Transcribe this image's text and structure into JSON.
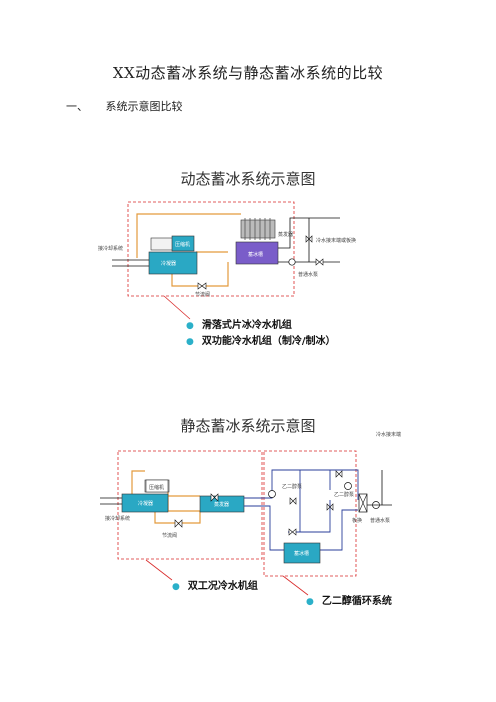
{
  "doc": {
    "title": "XX动态蓄冰系统与静态蓄冰系统的比较",
    "section_num": "一、",
    "section_title": "系统示意图比较"
  },
  "dynamic": {
    "title": "动态蓄冰系统示意图",
    "labels": {
      "cooling_tower": "接冷却系统",
      "compressor": "压缩机",
      "condenser": "冷凝器",
      "evaporator": "蒸发器",
      "tank": "蓄冰槽",
      "chilled_water": "冷水接末端或板换",
      "pump": "普通水泵",
      "valve": "节流阀"
    },
    "bullets": [
      "滑落式片冰冷水机组",
      "双功能冷水机组（制冷/制冰）"
    ]
  },
  "static": {
    "title": "静态蓄冰系统示意图",
    "labels": {
      "cooling_tower": "接冷却系统",
      "compressor": "压缩机",
      "condenser": "冷凝器",
      "evaporator": "蒸发器",
      "valve": "节流阀",
      "glycol_pump": "乙二醇泵",
      "glycol_pump2": "乙二醇泵",
      "tank": "蓄冰槽",
      "heat_exchanger": "板换",
      "pump": "普通水泵",
      "chilled_water": "冷水接末端"
    },
    "bullets": [
      "双工况冷水机组",
      "乙二醇循环系统"
    ]
  },
  "colors": {
    "frame": "#d92a2a",
    "pipe_orange": "#e39a3c",
    "pipe_blue": "#2a3d9a",
    "box": "#2aa8c4",
    "bullet": "#2bb0c9"
  }
}
